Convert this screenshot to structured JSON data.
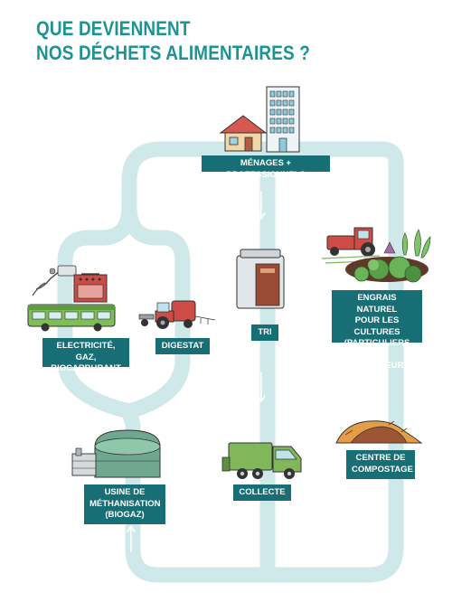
{
  "title": {
    "line1": "QUE DEVIENNENT",
    "line2": "NOS DÉCHETS ALIMENTAIRES ?"
  },
  "labels": {
    "menages": "MÉNAGES + PROFESSIONNELS",
    "tri": "TRI",
    "collecte": "COLLECTE",
    "compostage": "CENTRE DE\nCOMPOSTAGE",
    "engrais": "ENGRAIS NATUREL\nPOUR LES CULTURES\n(PARTICULIERS\nET AGRICULTEURS)",
    "digestat": "DIGESTAT",
    "electricite": "ELECTRICITÉ,\nGAZ, BIOCARBURANT",
    "usine": "USINE DE\nMÉTHANISATION\n(BIOGAZ)"
  },
  "colors": {
    "title": "#1c9394",
    "label_bg": "#176f75",
    "path": "#cfe9ea",
    "arrow": "#ffffff"
  },
  "icons": [
    "house-icon",
    "building-icon",
    "sorting-bin-icon",
    "garbage-truck-icon",
    "compost-heap-icon",
    "tractor-icon",
    "crops-icon",
    "methanizer-dome-icon",
    "bus-icon",
    "gas-pump-icon",
    "stove-icon"
  ]
}
